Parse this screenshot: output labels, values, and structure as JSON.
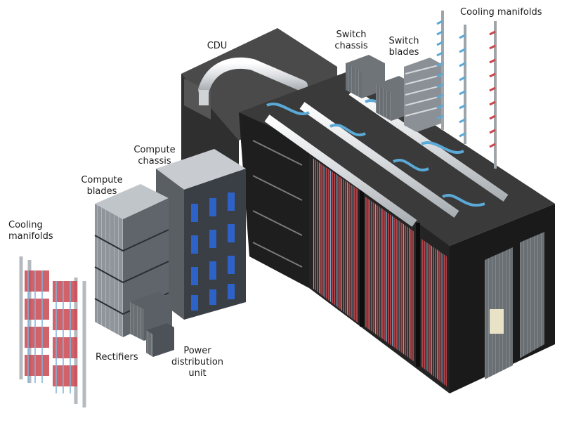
{
  "labels": {
    "cdu": "CDU",
    "switch_chassis": [
      "Switch",
      "chassis"
    ],
    "switch_blades": [
      "Switch",
      "blades"
    ],
    "cooling_manifolds_top": "Cooling manifolds",
    "compute_chassis": [
      "Compute",
      "chassis"
    ],
    "compute_blades": [
      "Compute",
      "blades"
    ],
    "cooling_manifolds_left": [
      "Cooling",
      "manifolds"
    ],
    "rectifiers": "Rectifiers",
    "power_distribution_unit": [
      "Power",
      "distribution",
      "unit"
    ]
  },
  "colors": {
    "cabinet": "#262626",
    "cabinet_top": "#3a3a3a",
    "blade_gray": "#9aa0a6",
    "pipe_white": "#e6e8ea",
    "hose_blue": "#5aa9d6",
    "hose_red": "#c9474f",
    "accent_blue": "#2d63c8"
  }
}
